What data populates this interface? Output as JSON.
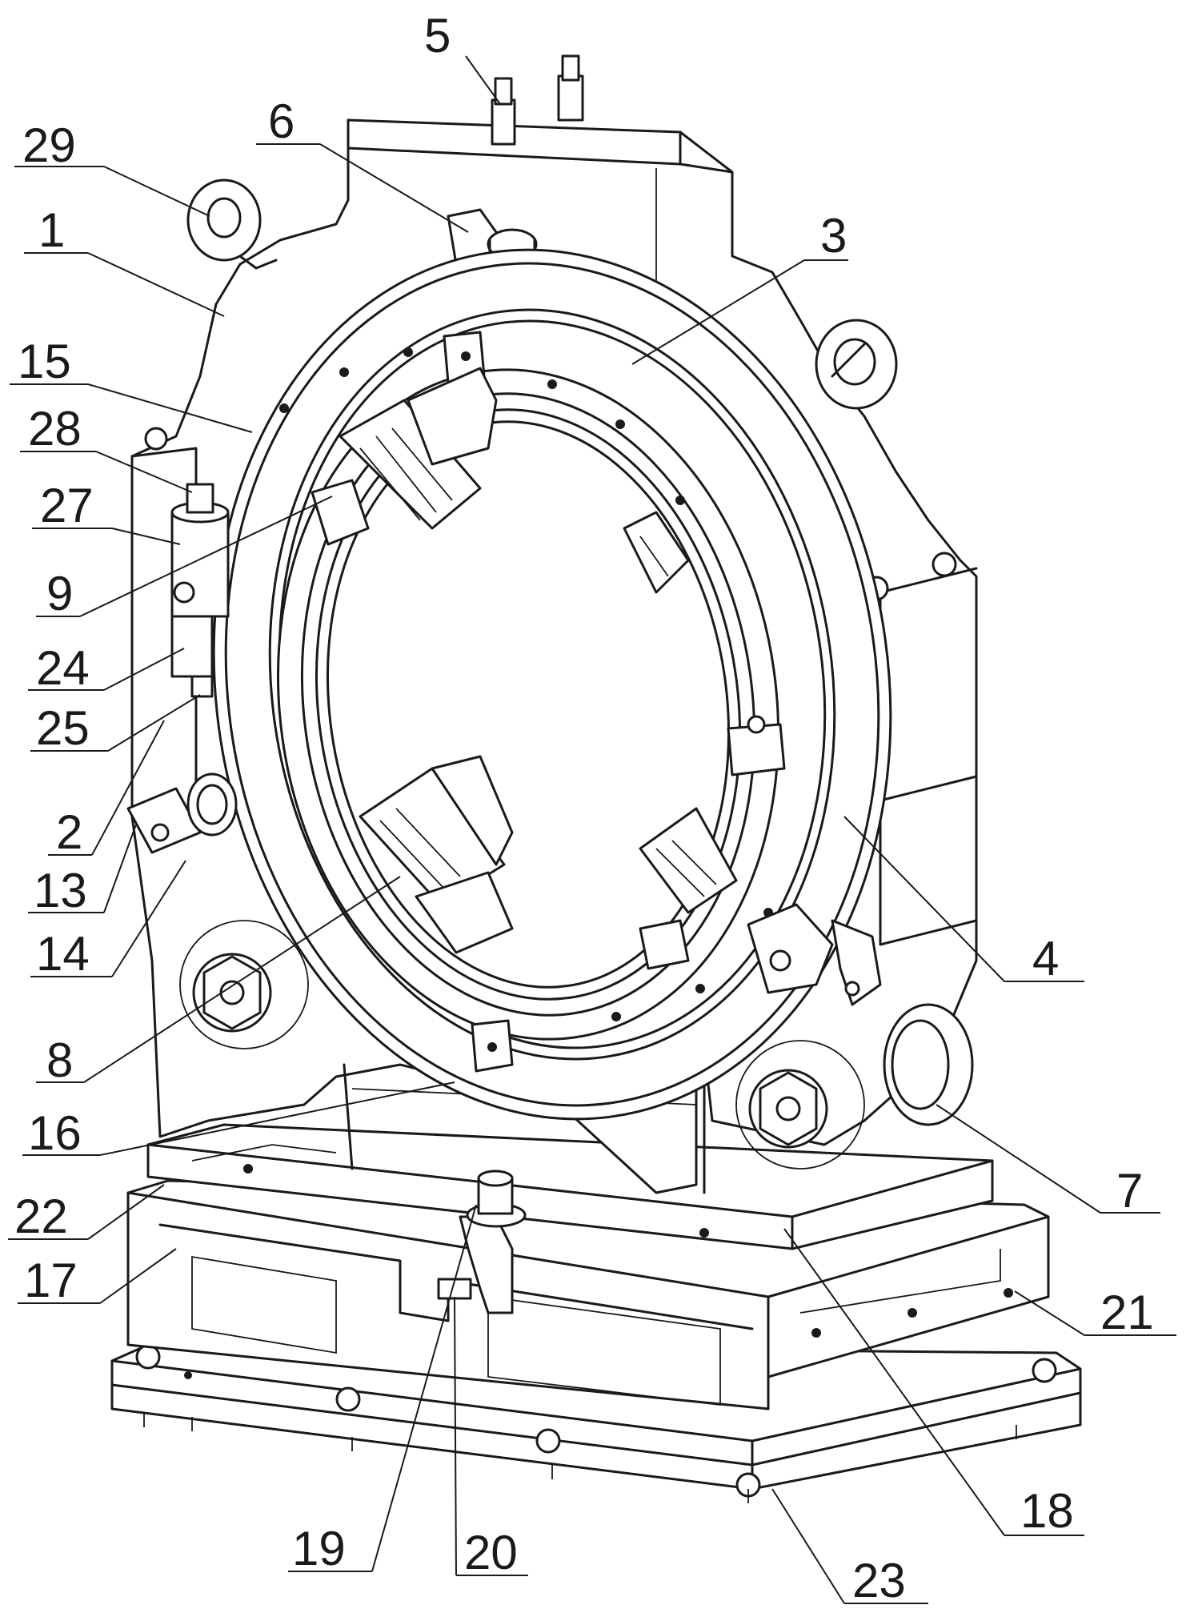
{
  "callouts": [
    {
      "id": "c29",
      "label": "29"
    },
    {
      "id": "c1",
      "label": "1"
    },
    {
      "id": "c15",
      "label": "15"
    },
    {
      "id": "c28",
      "label": "28"
    },
    {
      "id": "c27",
      "label": "27"
    },
    {
      "id": "c9",
      "label": "9"
    },
    {
      "id": "c24",
      "label": "24"
    },
    {
      "id": "c25",
      "label": "25"
    },
    {
      "id": "c2",
      "label": "2"
    },
    {
      "id": "c13",
      "label": "13"
    },
    {
      "id": "c14",
      "label": "14"
    },
    {
      "id": "c8",
      "label": "8"
    },
    {
      "id": "c16",
      "label": "16"
    },
    {
      "id": "c22",
      "label": "22"
    },
    {
      "id": "c17",
      "label": "17"
    },
    {
      "id": "c5",
      "label": "5"
    },
    {
      "id": "c6",
      "label": "6"
    },
    {
      "id": "c3",
      "label": "3"
    },
    {
      "id": "c4",
      "label": "4"
    },
    {
      "id": "c7",
      "label": "7"
    },
    {
      "id": "c21",
      "label": "21"
    },
    {
      "id": "c18",
      "label": "18"
    },
    {
      "id": "c19",
      "label": "19"
    },
    {
      "id": "c20",
      "label": "20"
    },
    {
      "id": "c23",
      "label": "23"
    }
  ]
}
